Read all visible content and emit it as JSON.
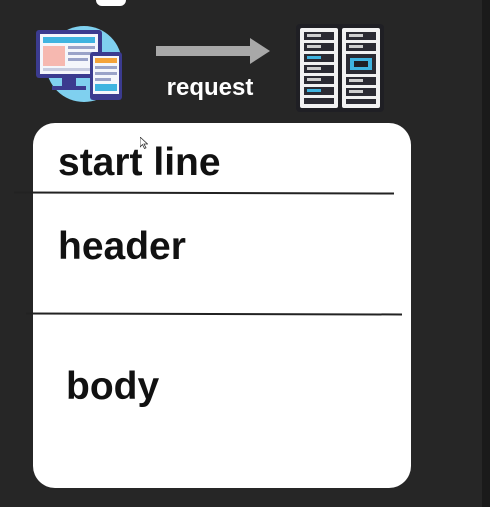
{
  "diagram": {
    "arrow_label": "request",
    "sections": [
      {
        "label": "start line"
      },
      {
        "label": "header"
      },
      {
        "label": "body"
      }
    ],
    "icons": {
      "client": "desktop-and-tablet-icon",
      "server": "server-rack-icon",
      "arrow": "arrow-right-icon"
    }
  },
  "colors": {
    "background": "#262626",
    "card": "#ffffff",
    "text": "#111111",
    "arrow": "#a8a8a8",
    "accent": "#3fb4e0"
  }
}
